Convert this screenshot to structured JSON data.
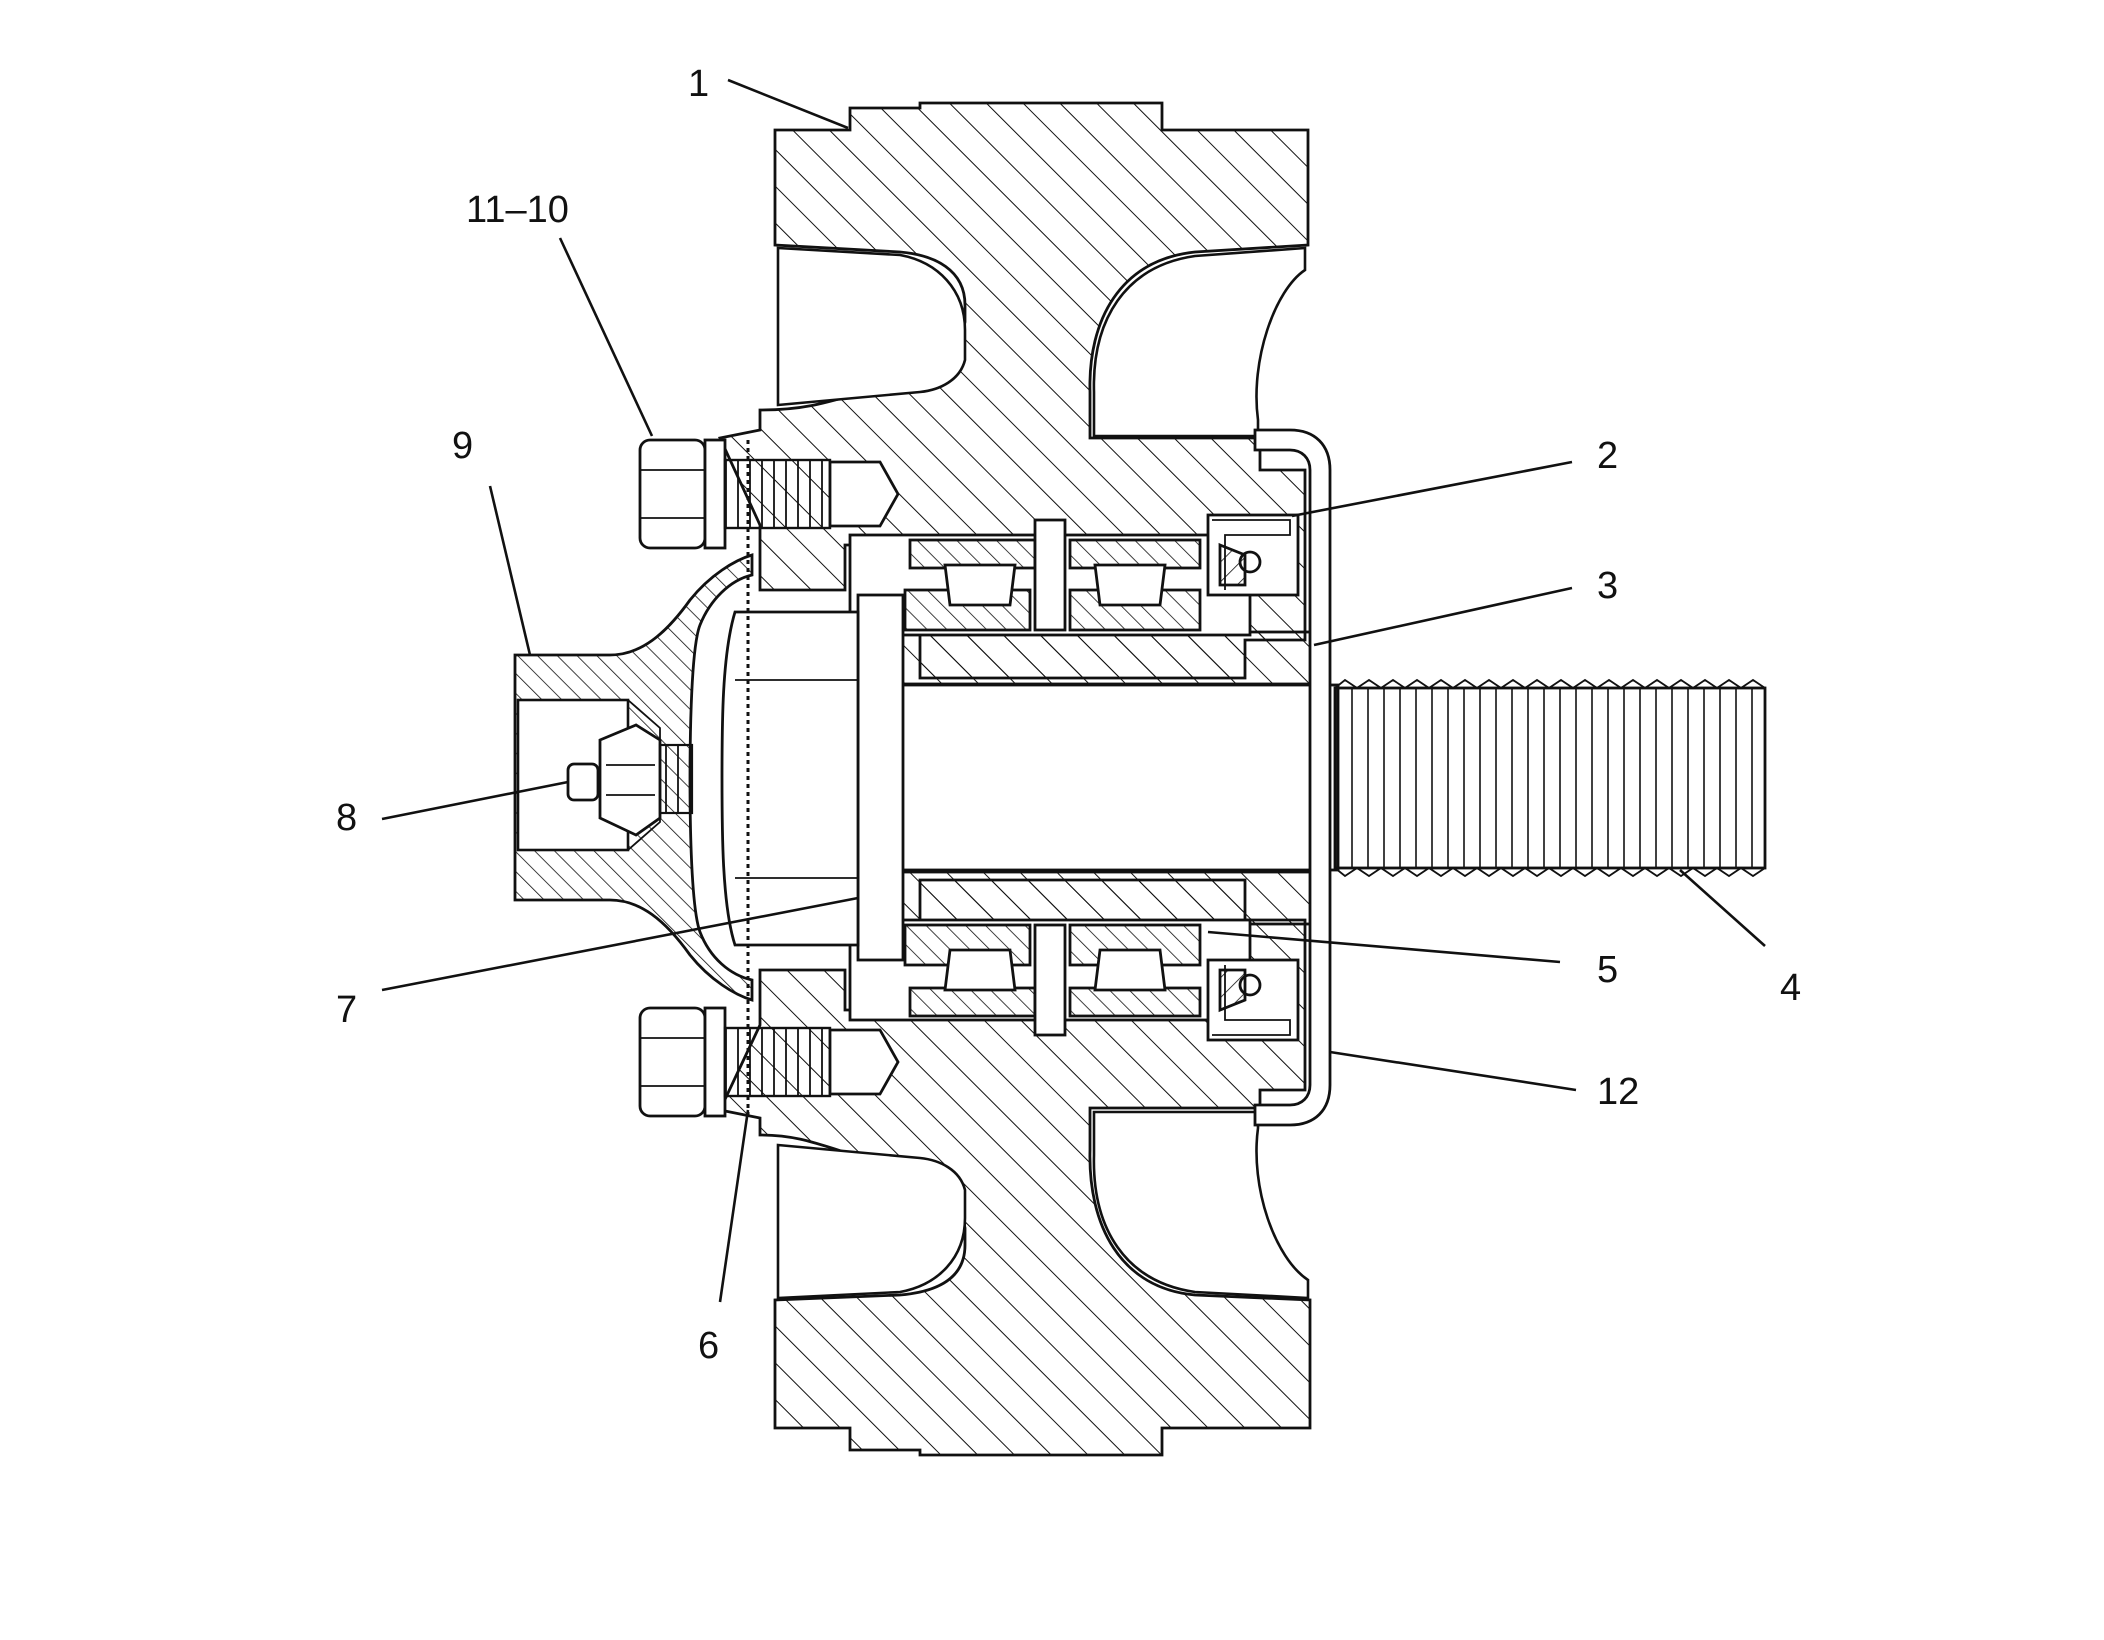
{
  "diagram": {
    "callouts": [
      {
        "id": "1",
        "label": "1"
      },
      {
        "id": "2",
        "label": "2"
      },
      {
        "id": "3",
        "label": "3"
      },
      {
        "id": "4",
        "label": "4"
      },
      {
        "id": "5",
        "label": "5"
      },
      {
        "id": "6",
        "label": "6"
      },
      {
        "id": "7",
        "label": "7"
      },
      {
        "id": "8",
        "label": "8"
      },
      {
        "id": "9",
        "label": "9"
      },
      {
        "id": "11-10",
        "label": "11–10"
      },
      {
        "id": "12",
        "label": "12"
      }
    ],
    "colors": {
      "ink": "#111111",
      "paper": "#ffffff"
    }
  }
}
